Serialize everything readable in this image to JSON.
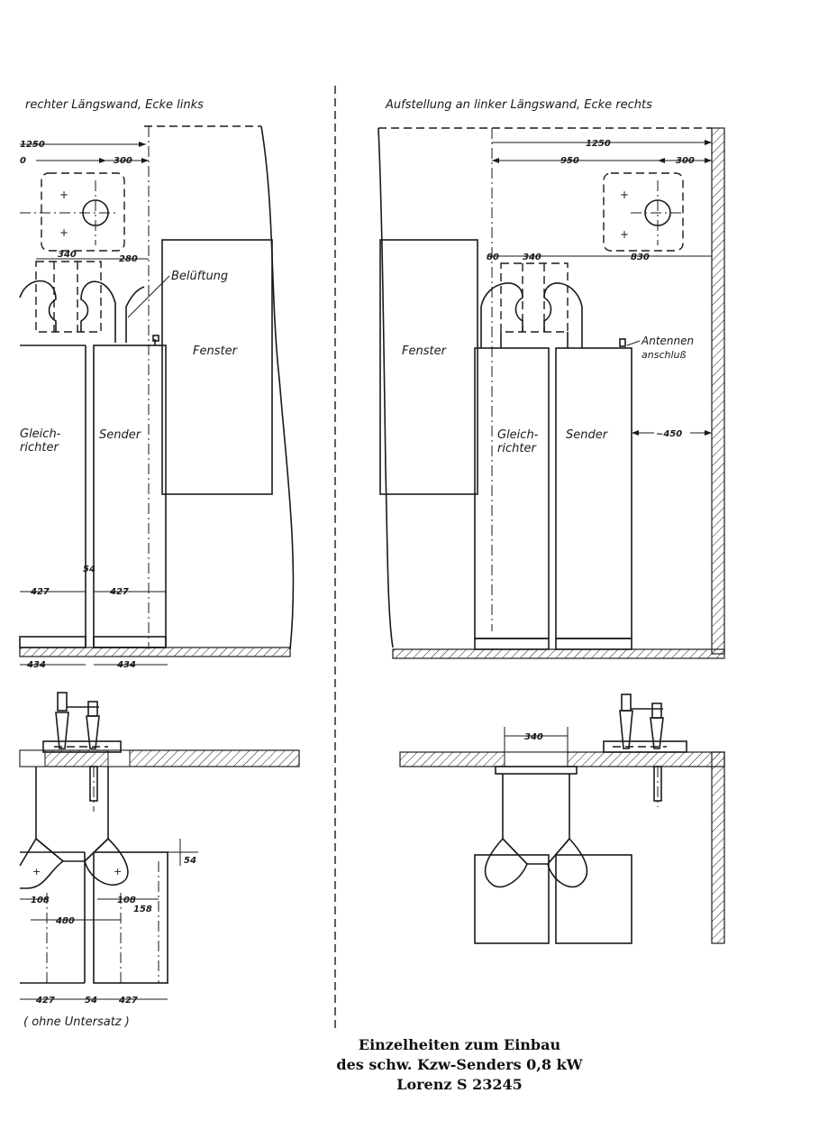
{
  "left_view": {
    "heading": "rechter Längswand, Ecke links",
    "dims": {
      "d1250": "1250",
      "d0": "0",
      "d300": "300",
      "d340": "340",
      "d280": "280",
      "d54": "54",
      "d427a": "427",
      "d427b": "427",
      "d434a": "434",
      "d434b": "434"
    },
    "labels": {
      "belueftung": "Belüftung",
      "fenster": "Fenster",
      "gleichrichter_1": "Gleich-",
      "gleichrichter_2": "richter",
      "sender": "Sender"
    }
  },
  "right_view": {
    "heading": "Aufstellung an linker Längswand, Ecke rechts",
    "dims": {
      "d1250": "1250",
      "d950": "950",
      "d300": "300",
      "d80": "80",
      "d340": "340",
      "d830": "830",
      "d450": "~450"
    },
    "labels": {
      "fenster": "Fenster",
      "gleichrichter_1": "Gleich-",
      "gleichrichter_2": "richter",
      "sender": "Sender",
      "antennen_1": "Antennen",
      "antennen_2": "anschluß"
    }
  },
  "bottom_left": {
    "dims": {
      "d54": "54",
      "d108a": "108",
      "d108b": "108",
      "d158": "158",
      "d480": "480",
      "d427a": "427",
      "d54b": "54",
      "d427b": "427"
    },
    "note": "( ohne Untersatz )"
  },
  "bottom_right": {
    "dims": {
      "d340": "340"
    }
  },
  "caption": {
    "line1": "Einzelheiten zum Einbau",
    "line2": "des schw. Kzw-Senders 0,8 kW",
    "line3": "Lorenz S 23245"
  }
}
